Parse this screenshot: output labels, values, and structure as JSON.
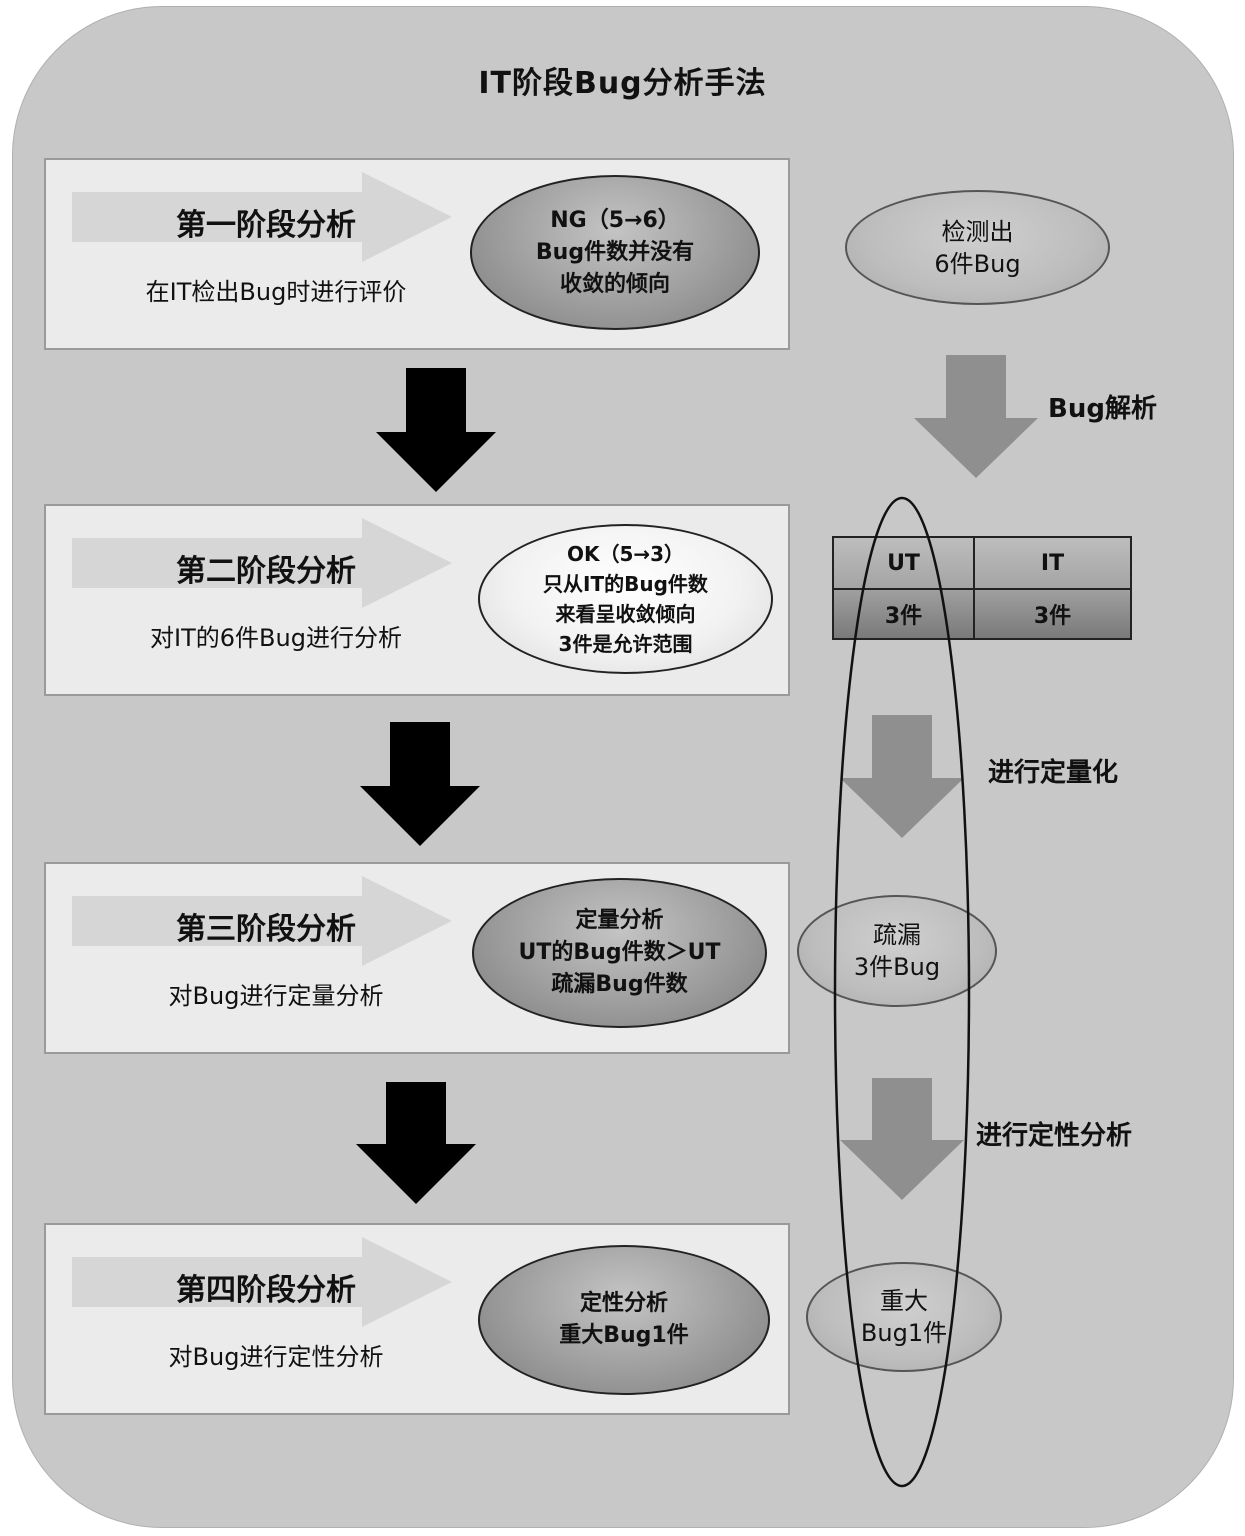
{
  "title": "IT阶段Bug分析手法",
  "stages": [
    {
      "heading": "第一阶段分析",
      "sub": "在IT检出Bug时进行评价",
      "result": [
        "NG（5→6）",
        "Bug件数并没有",
        "收敛的倾向"
      ],
      "result_style": "dark"
    },
    {
      "heading": "第二阶段分析",
      "sub": "对IT的6件Bug进行分析",
      "result": [
        "OK（5→3）",
        "只从IT的Bug件数",
        "来看呈收敛倾向",
        "3件是允许范围"
      ],
      "result_style": "light"
    },
    {
      "heading": "第三阶段分析",
      "sub": "对Bug进行定量分析",
      "result": [
        "定量分析",
        "UT的Bug件数＞UT",
        "疏漏Bug件数"
      ],
      "result_style": "dark"
    },
    {
      "heading": "第四阶段分析",
      "sub": "对Bug进行定性分析",
      "result": [
        "定性分析",
        "重大Bug1件"
      ],
      "result_style": "dark"
    }
  ],
  "right": {
    "detected": [
      "检测出",
      "6件Bug"
    ],
    "label_analysis": "Bug解析",
    "table": {
      "headers": [
        "UT",
        "IT"
      ],
      "values": [
        "3件",
        "3件"
      ]
    },
    "label_quantify": "进行定量化",
    "leak": [
      "疏漏",
      "3件Bug"
    ],
    "label_qualitative": "进行定性分析",
    "major": [
      "重大",
      "Bug1件"
    ]
  },
  "colors": {
    "background": "#c8c8c8",
    "stage_box": "#ebebeb",
    "arrow_dark": "#000000",
    "arrow_gray": "#8f8f8f",
    "chevron_light": "#d6d6d6"
  }
}
